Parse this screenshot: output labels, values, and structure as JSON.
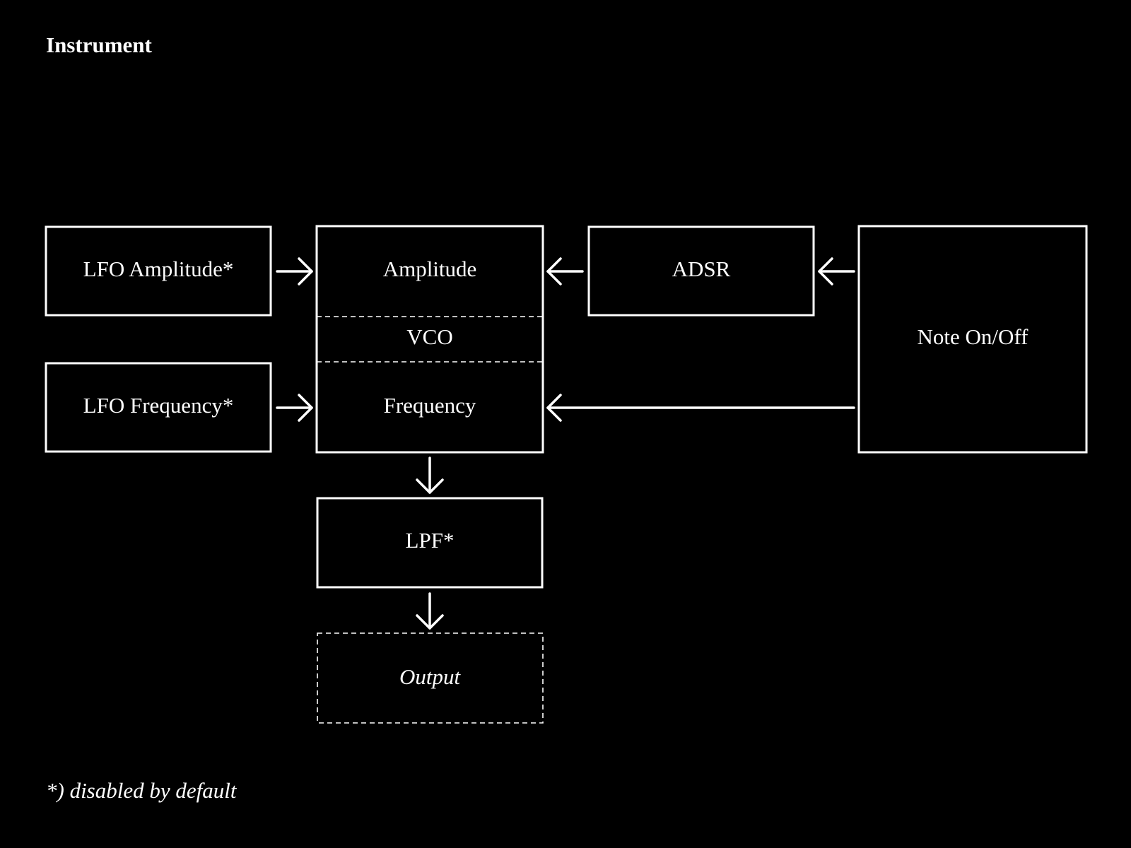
{
  "title": "Instrument",
  "footnote": "*) disabled by default",
  "nodes": {
    "lfo_amplitude": "LFO Amplitude*",
    "lfo_frequency": "LFO Frequency*",
    "vco_amplitude": "Amplitude",
    "vco": "VCO",
    "vco_frequency": "Frequency",
    "adsr": "ADSR",
    "note_on_off": "Note On/Off",
    "lpf": "LPF*",
    "output": "Output"
  },
  "edges": [
    {
      "from": "LFO Amplitude*",
      "to": "Amplitude"
    },
    {
      "from": "LFO Frequency*",
      "to": "Frequency"
    },
    {
      "from": "ADSR",
      "to": "Amplitude"
    },
    {
      "from": "Note On/Off",
      "to": "ADSR"
    },
    {
      "from": "Note On/Off",
      "to": "Frequency"
    },
    {
      "from": "VCO",
      "to": "LPF*"
    },
    {
      "from": "LPF*",
      "to": "Output"
    }
  ],
  "colors": {
    "background": "#000000",
    "foreground": "#ffffff"
  }
}
